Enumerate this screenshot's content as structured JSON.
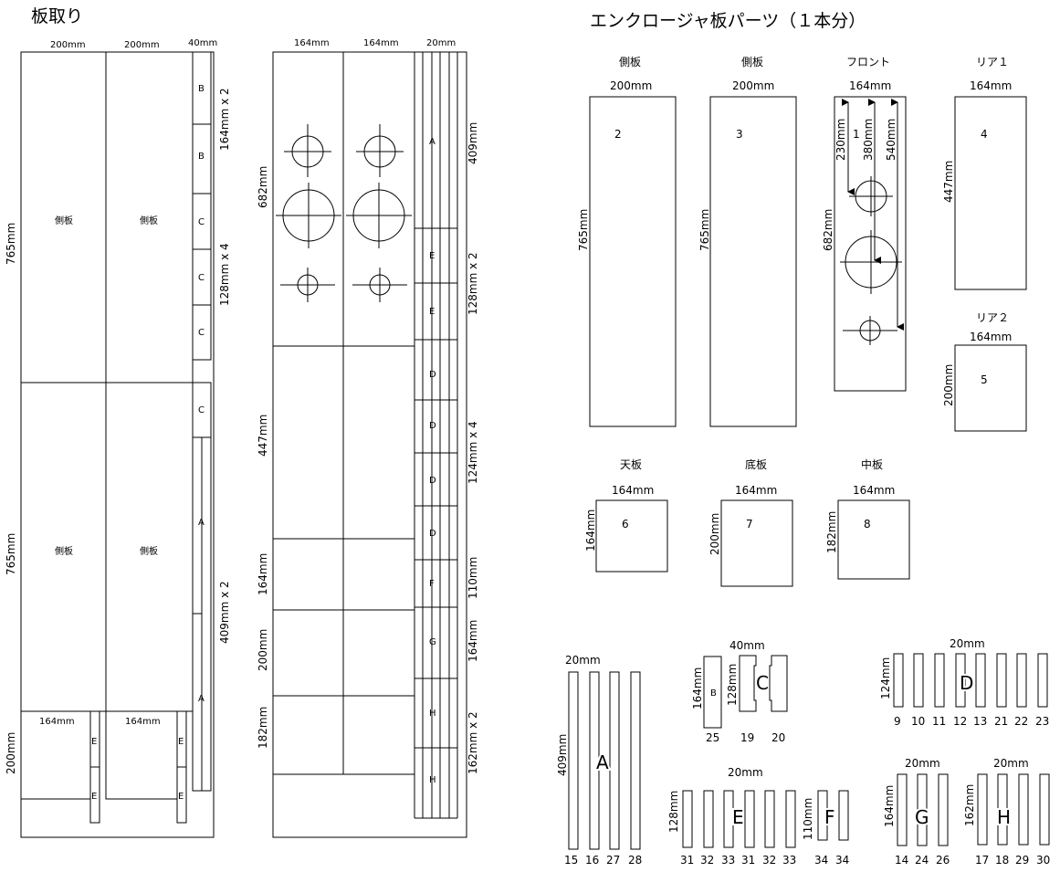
{
  "title_left": "板取り",
  "title_right": "エンクロージャ板パーツ（１本分）",
  "cut": {
    "w200": "200mm",
    "w164": "164mm",
    "w40": "40mm",
    "w20": "20mm",
    "h765": "765mm",
    "h200": "200mm",
    "h682": "682mm",
    "h447": "447mm",
    "h164": "164mm",
    "h182": "182mm",
    "side": "側板",
    "dim_B": "164mm x 2",
    "dim_C": "128mm x 4",
    "dim_A": "409mm x 2",
    "dim_A2": "409mm",
    "dim_E": "128mm x 2",
    "dim_D": "124mm x 4",
    "dim_F": "110mm",
    "dim_G": "164mm",
    "dim_H": "162mm x 2",
    "lA": "A",
    "lB": "B",
    "lC": "C",
    "lD": "D",
    "lE": "E",
    "lF": "F",
    "lG": "G",
    "lH": "H"
  },
  "parts": {
    "side1": "側板",
    "side2": "側板",
    "front": "フロント",
    "rear1": "リア１",
    "rear2": "リア２",
    "top": "天板",
    "bottom": "底板",
    "mid": "中板",
    "d200": "200mm",
    "d164": "164mm",
    "d765": "765mm",
    "d682": "682mm",
    "d447": "447mm",
    "d230": "230mm",
    "d380": "380mm",
    "d540": "540mm",
    "d182": "182mm",
    "d40": "40mm",
    "d20": "20mm",
    "d409": "409mm",
    "d128": "128mm",
    "d124": "124mm",
    "d110": "110mm",
    "d162": "162mm",
    "n1": "1",
    "n2": "2",
    "n3": "3",
    "n4": "4",
    "n5": "5",
    "n6": "6",
    "n7": "7",
    "n8": "8",
    "A": "A",
    "B": "B",
    "C": "C",
    "D": "D",
    "E": "E",
    "F": "F",
    "G": "G",
    "H": "H",
    "numsA": [
      "15",
      "16",
      "27",
      "28"
    ],
    "numsB": [
      "25"
    ],
    "numsC": [
      "19",
      "20"
    ],
    "numsD": [
      "9",
      "10",
      "11",
      "12",
      "13",
      "21",
      "22",
      "23"
    ],
    "numsE": [
      "31",
      "32",
      "33",
      "31",
      "32",
      "33"
    ],
    "numsF": [
      "34",
      "34"
    ],
    "numsG": [
      "14",
      "24",
      "26"
    ],
    "numsH": [
      "17",
      "18",
      "29",
      "30"
    ]
  }
}
